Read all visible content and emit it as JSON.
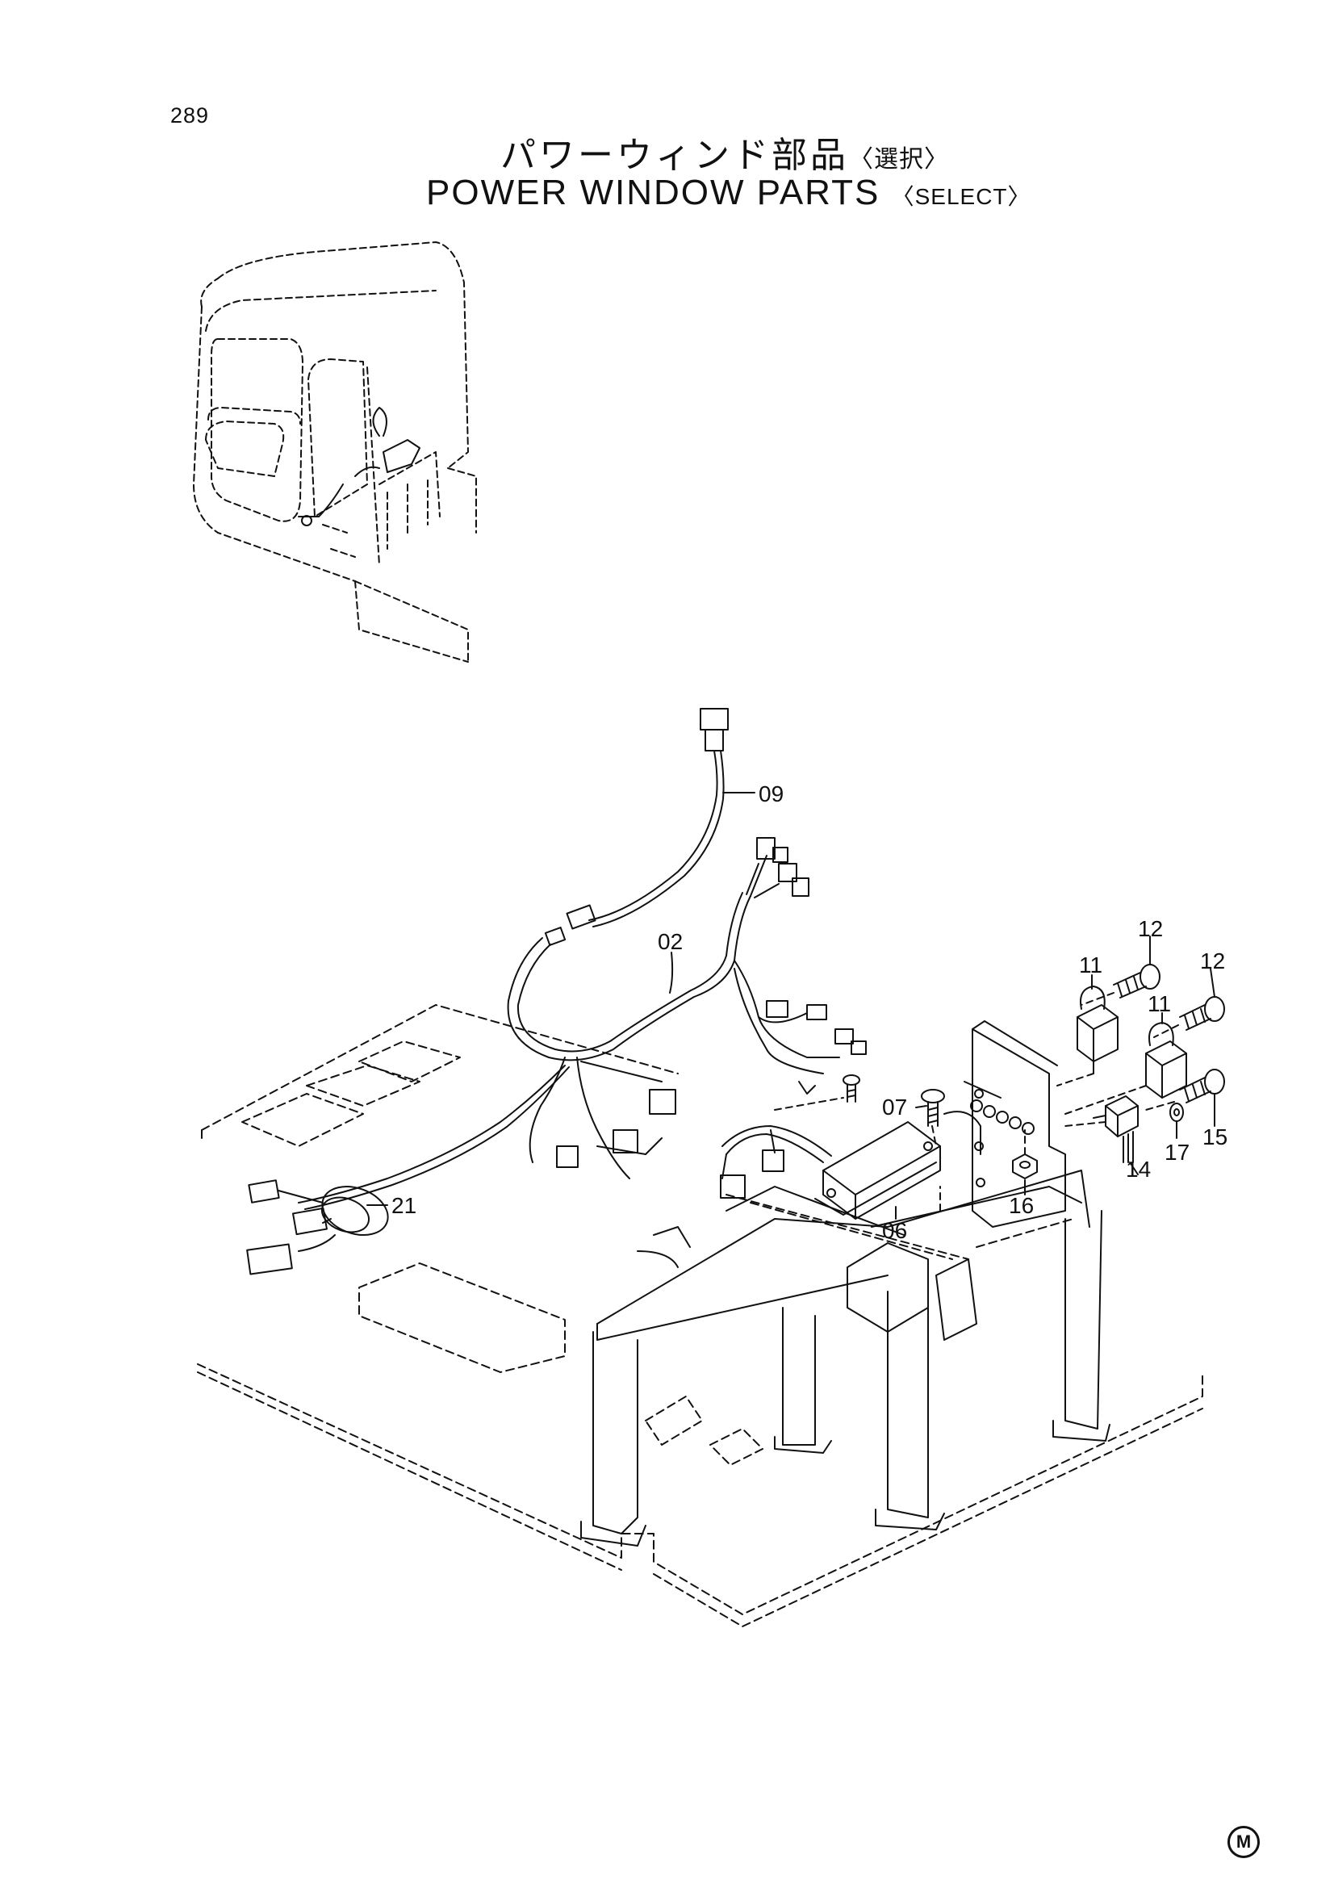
{
  "page_number": "289",
  "title_jp": "パワーウィンド部品",
  "title_jp_suffix": "〈選択〉",
  "title_en": "POWER WINDOW PARTS",
  "title_en_suffix": "〈SELECT〉",
  "callouts": {
    "c09": "09",
    "c02": "02",
    "c12a": "12",
    "c12b": "12",
    "c11a": "11",
    "c11b": "11",
    "c07": "07",
    "c15": "15",
    "c17": "17",
    "c14": "14",
    "c16": "16",
    "c06": "06",
    "c21": "21"
  },
  "mark": "M"
}
